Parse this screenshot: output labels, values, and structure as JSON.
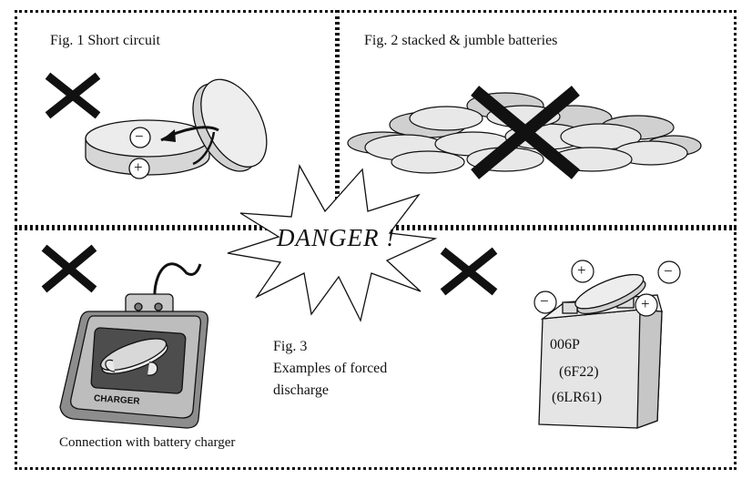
{
  "fig1": {
    "caption": "Fig. 1 Short circuit",
    "minus": "−",
    "plus": "+"
  },
  "fig2": {
    "caption": "Fig. 2 stacked & jumble batteries"
  },
  "danger": {
    "label": "DANGER !"
  },
  "fig3": {
    "caption_lines": [
      "Fig. 3",
      "Examples of forced",
      "discharge"
    ],
    "charger_label": "CHARGER",
    "charger_caption": "Connection with battery charger",
    "battery_9v": {
      "line1": "006P",
      "line2": "(6F22)",
      "line3": "(6LR61)"
    },
    "signs": {
      "plus": "+",
      "minus": "−"
    }
  },
  "colors": {
    "ink": "#111111",
    "cell_fill": "#d9d9d9",
    "charger_fill": "#bdbdbd",
    "charger_dark": "#5e5e5e"
  }
}
